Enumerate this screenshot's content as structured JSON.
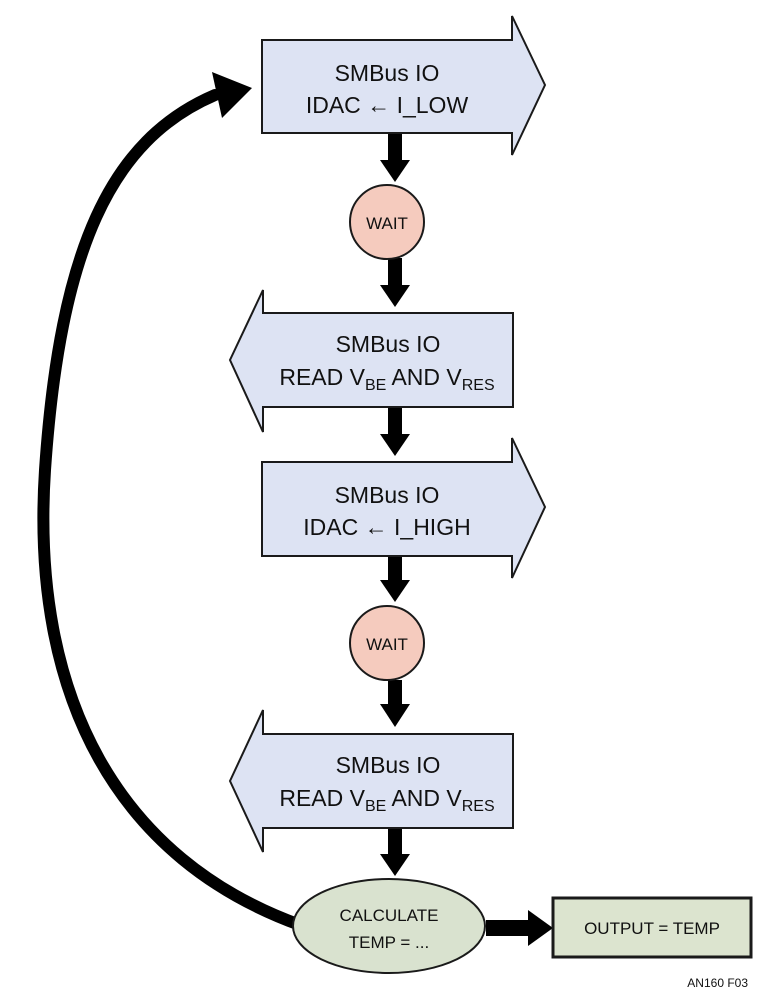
{
  "colors": {
    "io_fill": "#dde3f3",
    "wait_fill": "#f5cbbe",
    "calc_fill": "#d9e2cf",
    "output_fill": "#dce4cf",
    "outline": "#1a1a1a"
  },
  "steps": {
    "set_low": {
      "line1": "SMBus IO",
      "line2_prefix": "IDAC ",
      "arrow": "←",
      "line2_suffix": " I_LOW"
    },
    "wait1": {
      "label": "WAIT"
    },
    "read1": {
      "line1": "SMBus IO",
      "read": "READ V",
      "sub1": "BE",
      "and": " AND V",
      "sub2": "RES"
    },
    "set_high": {
      "line1": "SMBus IO",
      "line2_prefix": "IDAC ",
      "arrow": "←",
      "line2_suffix": " I_HIGH"
    },
    "wait2": {
      "label": "WAIT"
    },
    "read2": {
      "line1": "SMBus IO",
      "read": "READ V",
      "sub1": "BE",
      "and": " AND V",
      "sub2": "RES"
    },
    "calculate": {
      "line1": "CALCULATE",
      "line2": "TEMP = ..."
    },
    "output": {
      "label": "OUTPUT = TEMP"
    }
  },
  "figure_id": "AN160 F03"
}
